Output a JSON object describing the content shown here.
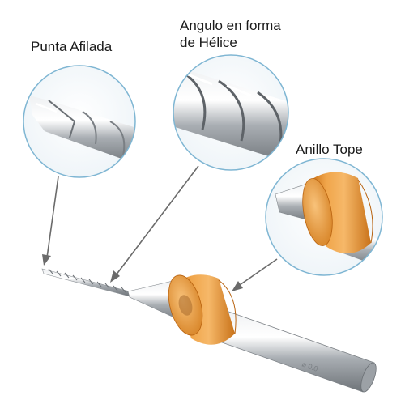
{
  "labels": {
    "sharp_tip": "Punta Afilada",
    "helix_angle_line1": "Angulo en forma",
    "helix_angle_line2": "de Hélice",
    "stop_ring": "Anillo Tope"
  },
  "shank_engraving": "⌀ 0.0",
  "colors": {
    "circle_border": "#7fb6d3",
    "ring_orange": "#e8922c",
    "steel": "#b9bec3",
    "pointer_lines": "#6b6b6b",
    "text": "#1a1a1a"
  }
}
